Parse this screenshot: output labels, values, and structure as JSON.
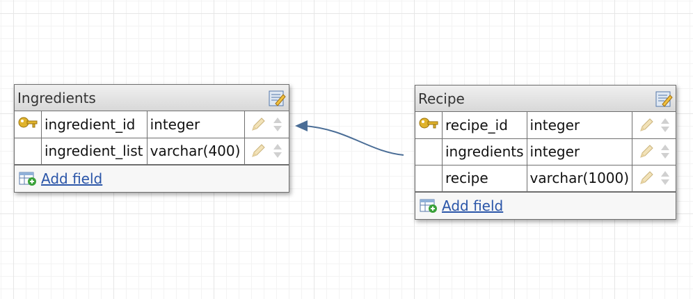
{
  "tables": [
    {
      "title": "Ingredients",
      "fields": [
        {
          "name": "ingredient_id",
          "type": "integer",
          "primary_key": true
        },
        {
          "name": "ingredient_list",
          "type": "varchar(400)",
          "primary_key": false
        }
      ],
      "add_field_label": "Add field"
    },
    {
      "title": "Recipe",
      "fields": [
        {
          "name": "recipe_id",
          "type": "integer",
          "primary_key": true
        },
        {
          "name": "ingredients",
          "type": "integer",
          "primary_key": false
        },
        {
          "name": "recipe",
          "type": "varchar(1000)",
          "primary_key": false
        }
      ],
      "add_field_label": "Add field"
    }
  ],
  "relations": [
    {
      "from_table": "Recipe",
      "from_field": "ingredients",
      "to_table": "Ingredients",
      "to_field": "ingredient_id"
    }
  ],
  "colors": {
    "connector": "#4a6d96",
    "link": "#2a55a8",
    "key": "#e0b32c"
  }
}
